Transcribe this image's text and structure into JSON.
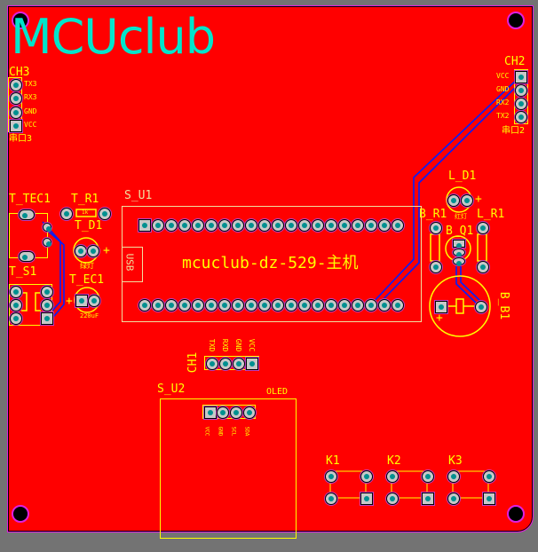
{
  "logo": "MCUclub",
  "colors": {
    "board": "#ff0000",
    "silk": "#ffff00",
    "trace": "#0020ff",
    "logo": "#00e5cc",
    "outline": "#e020e0"
  },
  "ch3": {
    "ref": "CH3",
    "pins": [
      "TX3",
      "RX3",
      "GND",
      "VCC"
    ],
    "desc": "串口3"
  },
  "ch2": {
    "ref": "CH2",
    "pins": [
      "VCC",
      "GND",
      "RX2",
      "TX2"
    ],
    "desc": "串口2"
  },
  "ch1": {
    "ref": "CH1",
    "pins": [
      "TXD",
      "RXD",
      "GND",
      "VCC"
    ]
  },
  "t_tec1": "T_TEC1",
  "t_r1": {
    "ref": "T_R1",
    "value": "1k"
  },
  "t_d1": {
    "ref": "T_D1",
    "desc": "绿灯"
  },
  "t_s1": "T_S1",
  "t_ec1": {
    "ref": "T_EC1",
    "value": "220uF"
  },
  "s_u1": {
    "ref": "S_U1",
    "title": "mcuclub-dz-529-主机",
    "usb": "USB"
  },
  "l_d1": {
    "ref": "L_D1",
    "desc": "红灯"
  },
  "b_r1": "B_R1",
  "l_r1": "L_R1",
  "b_q1": "B_Q1",
  "b_b1": "B_B1",
  "s_u2": {
    "ref": "S_U2",
    "label": "OLED",
    "pins": [
      "VCC",
      "GND",
      "SCL",
      "SDA"
    ]
  },
  "keys": [
    "K1",
    "K2",
    "K3"
  ]
}
